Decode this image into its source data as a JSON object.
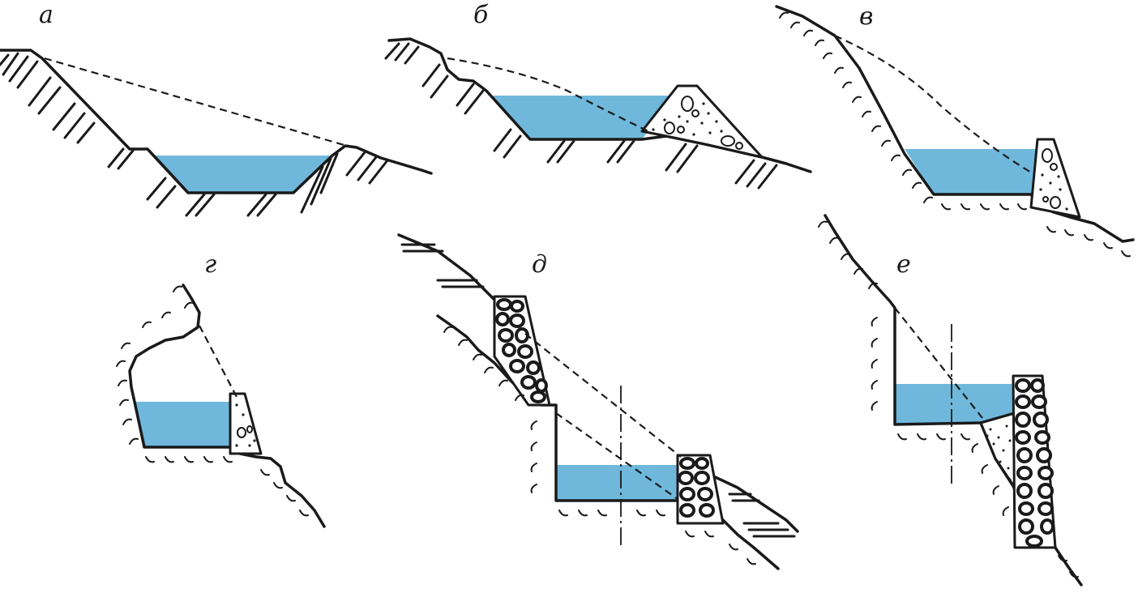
{
  "labels": {
    "a": "а",
    "b": "б",
    "v": "в",
    "g": "г",
    "d": "д",
    "e": "е"
  },
  "colors": {
    "water": "#6fb8dc",
    "line": "#1a1a1a",
    "background": "#ffffff"
  }
}
